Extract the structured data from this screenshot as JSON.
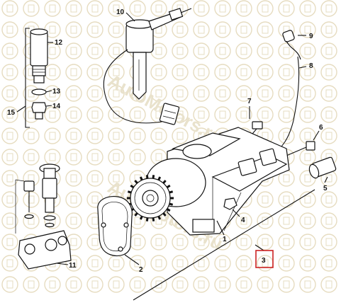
{
  "callouts": {
    "c1": "1",
    "c2": "2",
    "c3": "3",
    "c4": "4",
    "c5": "5",
    "c6": "6",
    "c7": "7",
    "c8": "8",
    "c9": "9",
    "c10": "10",
    "c11": "11",
    "c12": "12",
    "c13": "13",
    "c14": "14",
    "c15": "15"
  },
  "watermark": {
    "text": "AutoMotors.ru"
  },
  "colors": {
    "highlight": "#cc2222",
    "line": "#111111",
    "watermark": "#e6dcc0"
  }
}
